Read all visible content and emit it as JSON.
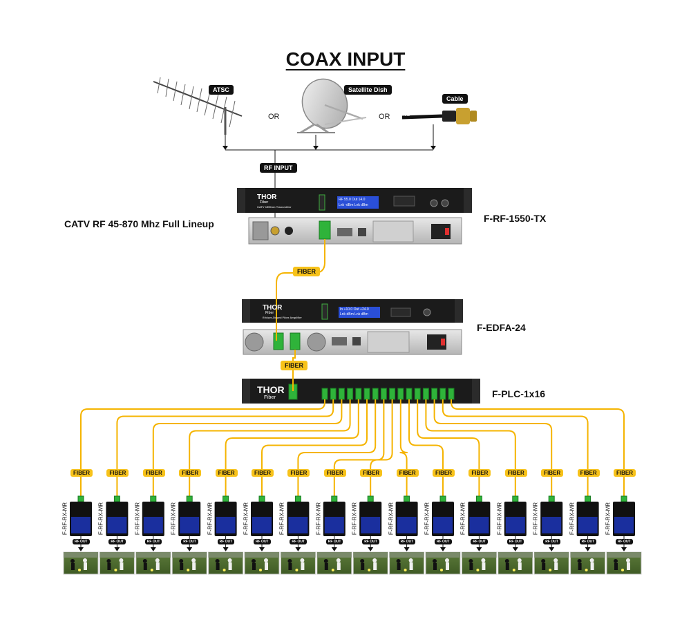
{
  "title": "COAX INPUT",
  "sources": {
    "atsc": "ATSC",
    "satellite": "Satellite Dish",
    "cable": "Cable",
    "or": "OR",
    "rf_tag": "RF"
  },
  "rf_input_tag": "RF INPUT",
  "transmitter": {
    "model": "F-RF-1550-TX",
    "description": "CATV RF 45-870 Mhz Full Lineup",
    "brand": "THOR",
    "sub": "Fiber",
    "product": "CATV 1550nm Transmitter",
    "lcd_line1": "RF 55.0   Out 14.0",
    "lcd_line2": "Lnk -dBm  Lnk dBm"
  },
  "edfa": {
    "model": "F-EDFA-24",
    "brand": "THOR",
    "sub": "Fiber",
    "product": "Erbium-Doped Fiber Amplifier",
    "lcd_line1": "In +10.0   Out +24.0",
    "lcd_line2": "Lnk dBm   Lnk dBm"
  },
  "splitter": {
    "model": "F-PLC-1x16",
    "brand": "THOR",
    "sub": "Fiber"
  },
  "fiber_tag": "FIBER",
  "receiver_model": "F-RF-RX-MR",
  "rf_out_tag": "RF OUT",
  "receiver_count": 16,
  "colors": {
    "fiber": "#f5b400",
    "fiber_tag_bg": "#f7c21a",
    "lcd": "#2a4fd8",
    "connector": "#2fb33a",
    "rack": "#1b1b1b",
    "receiver": "#1a2f9e"
  }
}
